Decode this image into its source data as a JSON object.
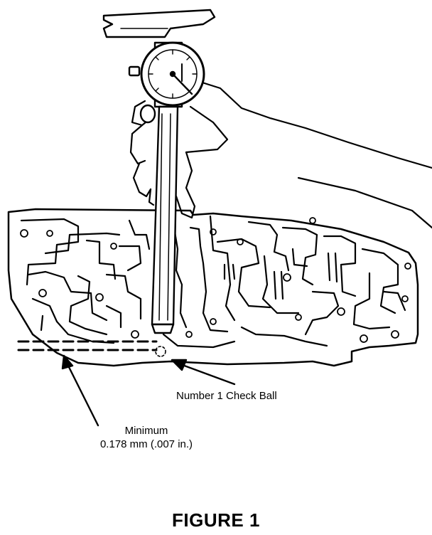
{
  "labels": {
    "check_ball": "Number 1 Check Ball",
    "minimum_title": "Minimum",
    "minimum_value": "0.178 mm (.007 in.)"
  },
  "caption": "FIGURE 1"
}
